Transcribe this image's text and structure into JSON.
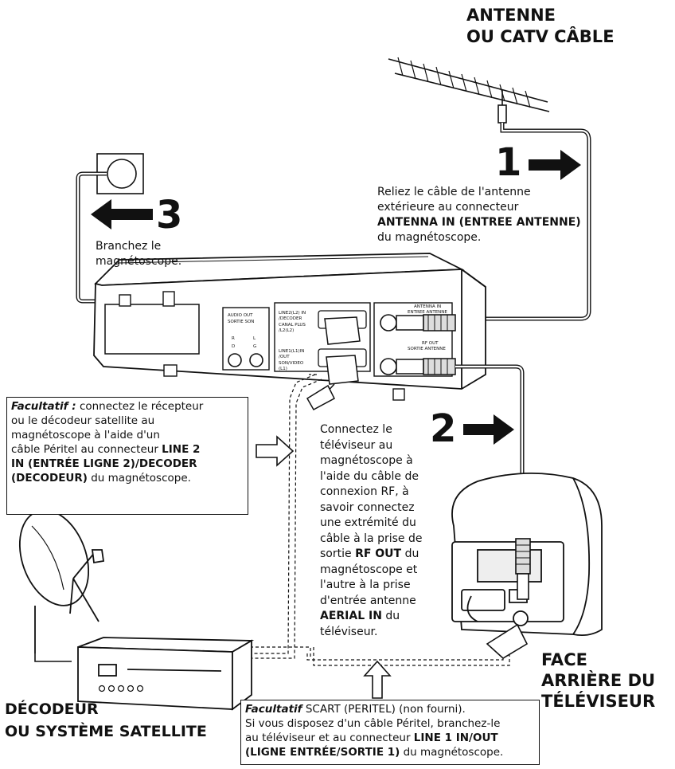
{
  "labels": {
    "antenna": [
      "ANTENNE",
      "OU CATV CÂBLE"
    ],
    "tv_back": [
      "FACE",
      "ARRIÈRE DU",
      "TÉLÉVISEUR"
    ],
    "decoder": [
      "DÉCODEUR",
      "OU SYSTÈME SATELLITE"
    ]
  },
  "steps": [
    {
      "number": "1",
      "text": [
        "Reliez le câble de l'antenne",
        "extérieure au connecteur"
      ],
      "bold": "ANTENNA IN (ENTREE ANTENNE)",
      "tail": "du magnétoscope."
    },
    {
      "number": "2",
      "text": [
        "Connectez le",
        "téléviseur au",
        "magnétoscope à",
        "l'aide du câble de",
        "connexion RF, à",
        "savoir connectez",
        "une extrémité du",
        "câble à la prise de"
      ],
      "line9_pre": "sortie",
      "line9_bold": "RF OUT",
      "line9_post": "du",
      "text2": [
        "magnétoscope et",
        "l'autre à la prise",
        "d'entrée antenne"
      ],
      "bold2": "AERIAL IN",
      "bold2_post": "du",
      "tail": "téléviseur."
    },
    {
      "number": "3",
      "text": [
        "Branchez le",
        "magnétoscope."
      ]
    }
  ],
  "optional_satellite": {
    "lead": "Facultatif :",
    "l1": "connectez le récepteur",
    "l2": "ou le décodeur satellite au",
    "l3": "magnétoscope à l'aide d'un",
    "l4_pre": "câble Péritel au connecteur",
    "l4_bold": "LINE 2",
    "l5_bold": "IN (ENTRÉE LIGNE 2)/DECODER",
    "l6_bold": "(DECODEUR)",
    "l6_post": "du magnétoscope."
  },
  "optional_scart": {
    "lead": "Facultatif",
    "l1": "SCART (PERITEL) (non fourni).",
    "l2": "Si vous disposez d'un câble Péritel, branchez-le",
    "l3_pre": "au téléviseur et au connecteur",
    "l3_bold": "LINE 1 IN/OUT",
    "l4_bold": "(LIGNE ENTRÉE/SORTIE 1)",
    "l4_post": "du magnétoscope."
  },
  "panel": {
    "audio": [
      "AUDIO OUT",
      "SORTIE SON"
    ],
    "rd": [
      "R",
      "D"
    ],
    "lg": [
      "L",
      "G"
    ],
    "line2": [
      "LINE2(L2) IN",
      "/DECODER",
      "CANAL PLUS",
      "/L2(L2)"
    ],
    "line1": [
      "LINE1(L1)IN",
      "/OUT",
      "SON/VIDEO",
      "(L1)"
    ],
    "ant": [
      "ANTENNA IN",
      "ENTREE ANTENNE"
    ],
    "rf": [
      "RF OUT",
      "SORTIE ANTENNE"
    ]
  }
}
